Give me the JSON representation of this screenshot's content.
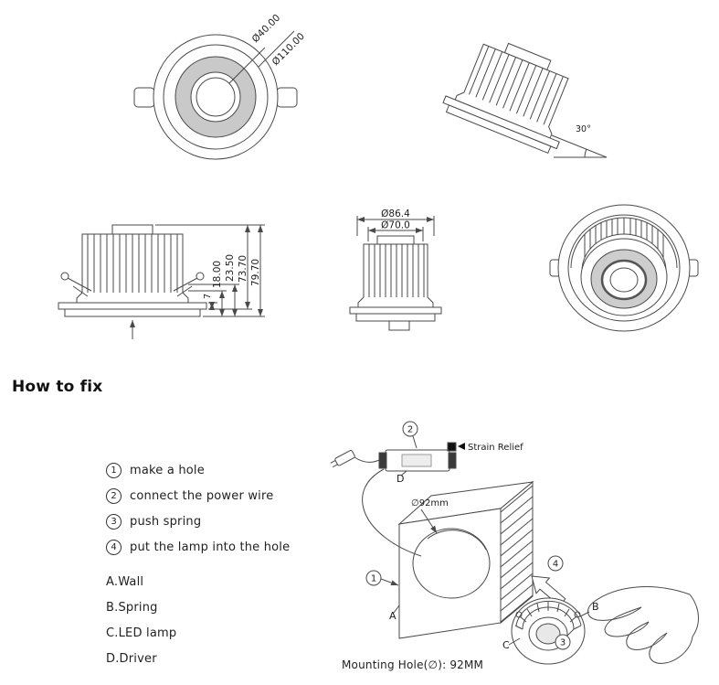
{
  "heading": "How to fix",
  "drawings": {
    "top_view": {
      "dim_inner": "Ø40.00",
      "dim_outer": "Ø110.00"
    },
    "tilted_view": {
      "angle": "30°"
    },
    "side_view": {
      "dim_flange": "7",
      "dim_a": "18.00",
      "dim_b": "23.50",
      "dim_c": "73.70",
      "dim_d": "79.70"
    },
    "front_view": {
      "dim_outer": "Ø86.4",
      "dim_inner": "Ø70.0"
    }
  },
  "steps": [
    {
      "num": "1",
      "text": "make a hole"
    },
    {
      "num": "2",
      "text": "connect the power wire"
    },
    {
      "num": "3",
      "text": "push spring"
    },
    {
      "num": "4",
      "text": "put the lamp into the hole"
    }
  ],
  "parts": [
    {
      "label": "A.Wall"
    },
    {
      "label": "B.Spring"
    },
    {
      "label": "C.LED lamp"
    },
    {
      "label": "D.Driver"
    }
  ],
  "install": {
    "strain_relief": "Strain Relief",
    "hole_dim": "∅92mm",
    "mounting_note": "Mounting Hole(∅):  92MM",
    "callouts": {
      "step1": "1",
      "step2": "2",
      "step3": "3",
      "step4": "4",
      "wall": "A",
      "spring": "B",
      "lamp": "C",
      "driver": "D"
    }
  }
}
